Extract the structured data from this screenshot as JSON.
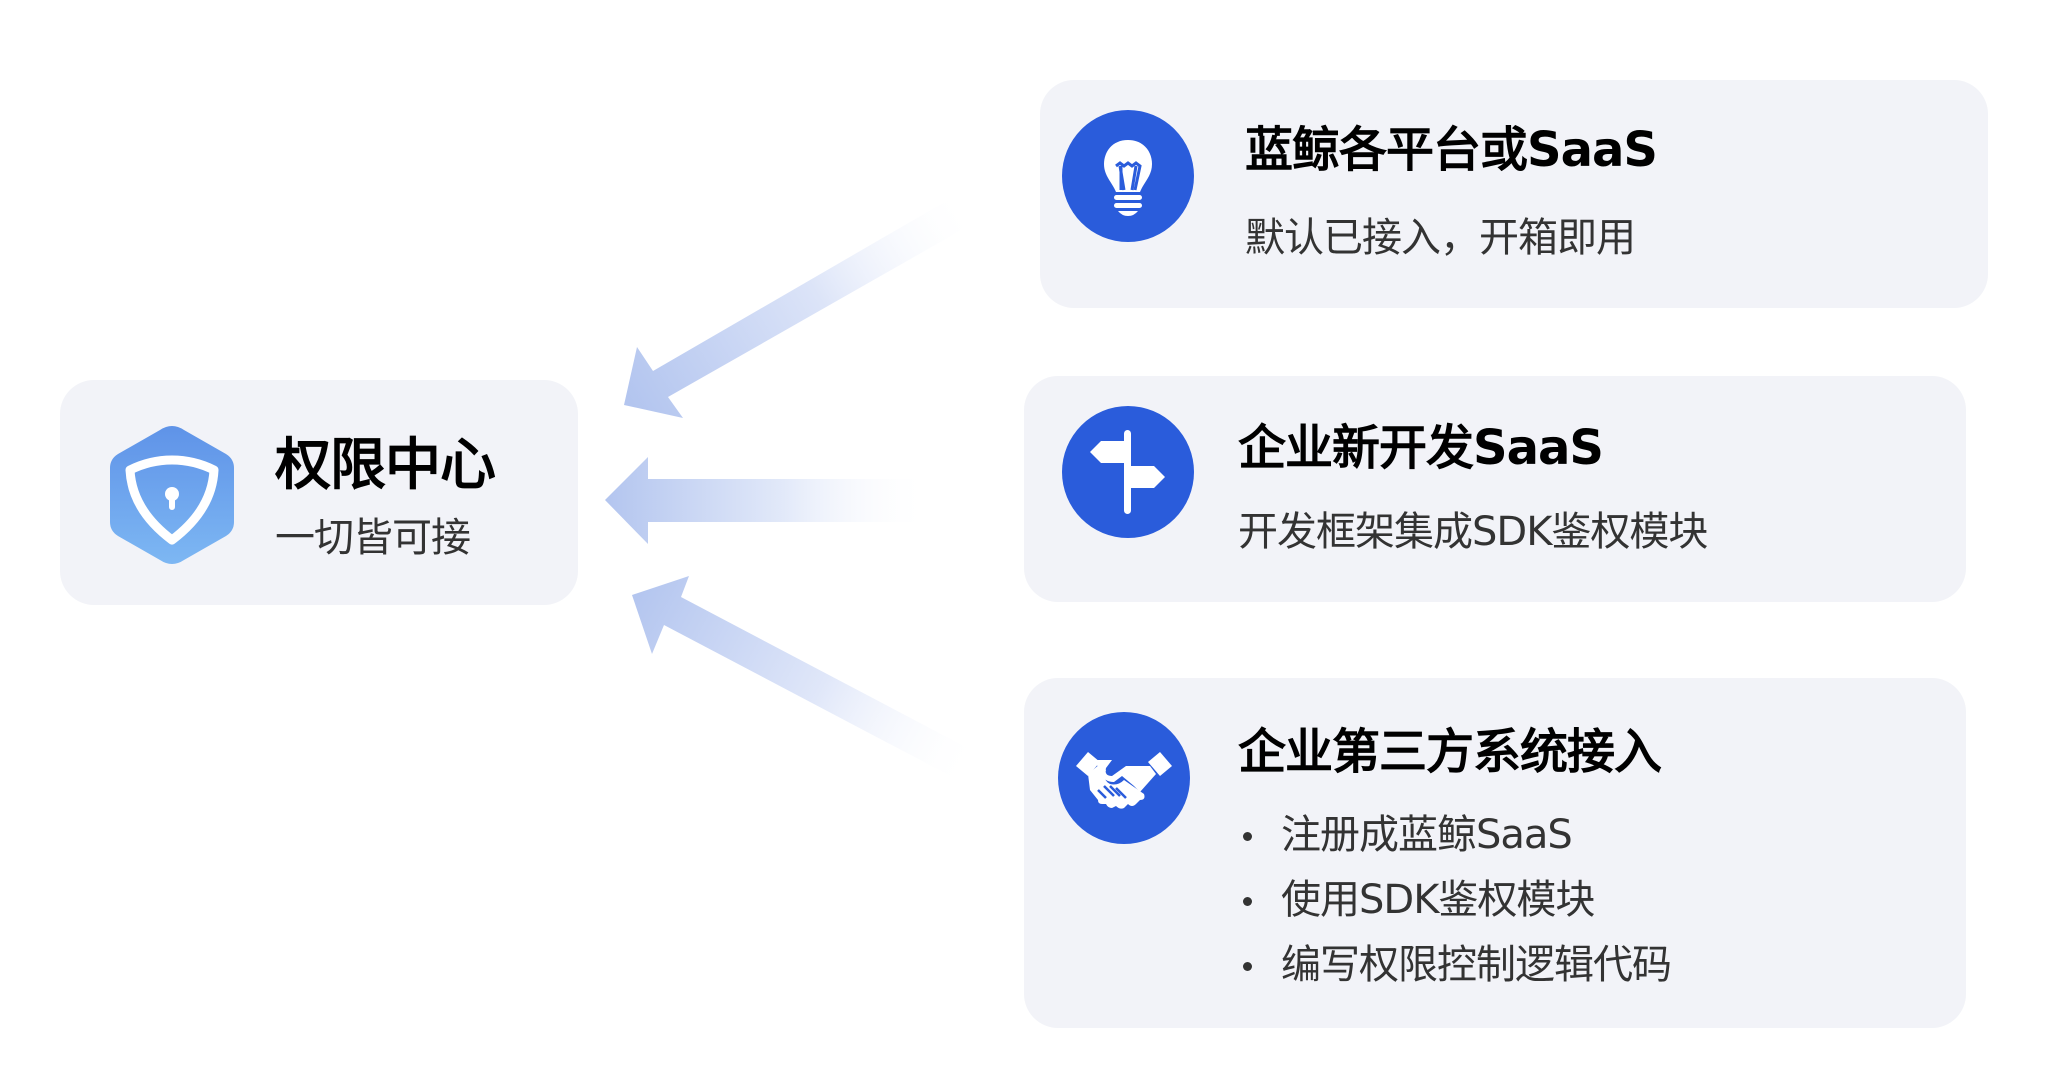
{
  "center": {
    "title": "权限中心",
    "subtitle": "一切皆可接",
    "icon": "shield-keyhole-hexagon-icon",
    "icon_gradient": [
      "#5F93E8",
      "#7CB5F2"
    ]
  },
  "cards": [
    {
      "title": "蓝鲸各平台或SaaS",
      "subtitle": "默认已接入，开箱即用",
      "icon": "lightbulb-icon"
    },
    {
      "title": "企业新开发SaaS",
      "subtitle": "开发框架集成SDK鉴权模块",
      "icon": "signpost-icon"
    },
    {
      "title": "企业第三方系统接入",
      "bullets": [
        "注册成蓝鲸SaaS",
        "使用SDK鉴权模块",
        "编写权限控制逻辑代码"
      ],
      "icon": "handshake-icon"
    }
  ],
  "colors": {
    "card_bg": "#F2F3F8",
    "icon_circle": "#2A5CDB",
    "arrow": "#B3C5EF",
    "title": "#000000",
    "body": "#333333"
  }
}
